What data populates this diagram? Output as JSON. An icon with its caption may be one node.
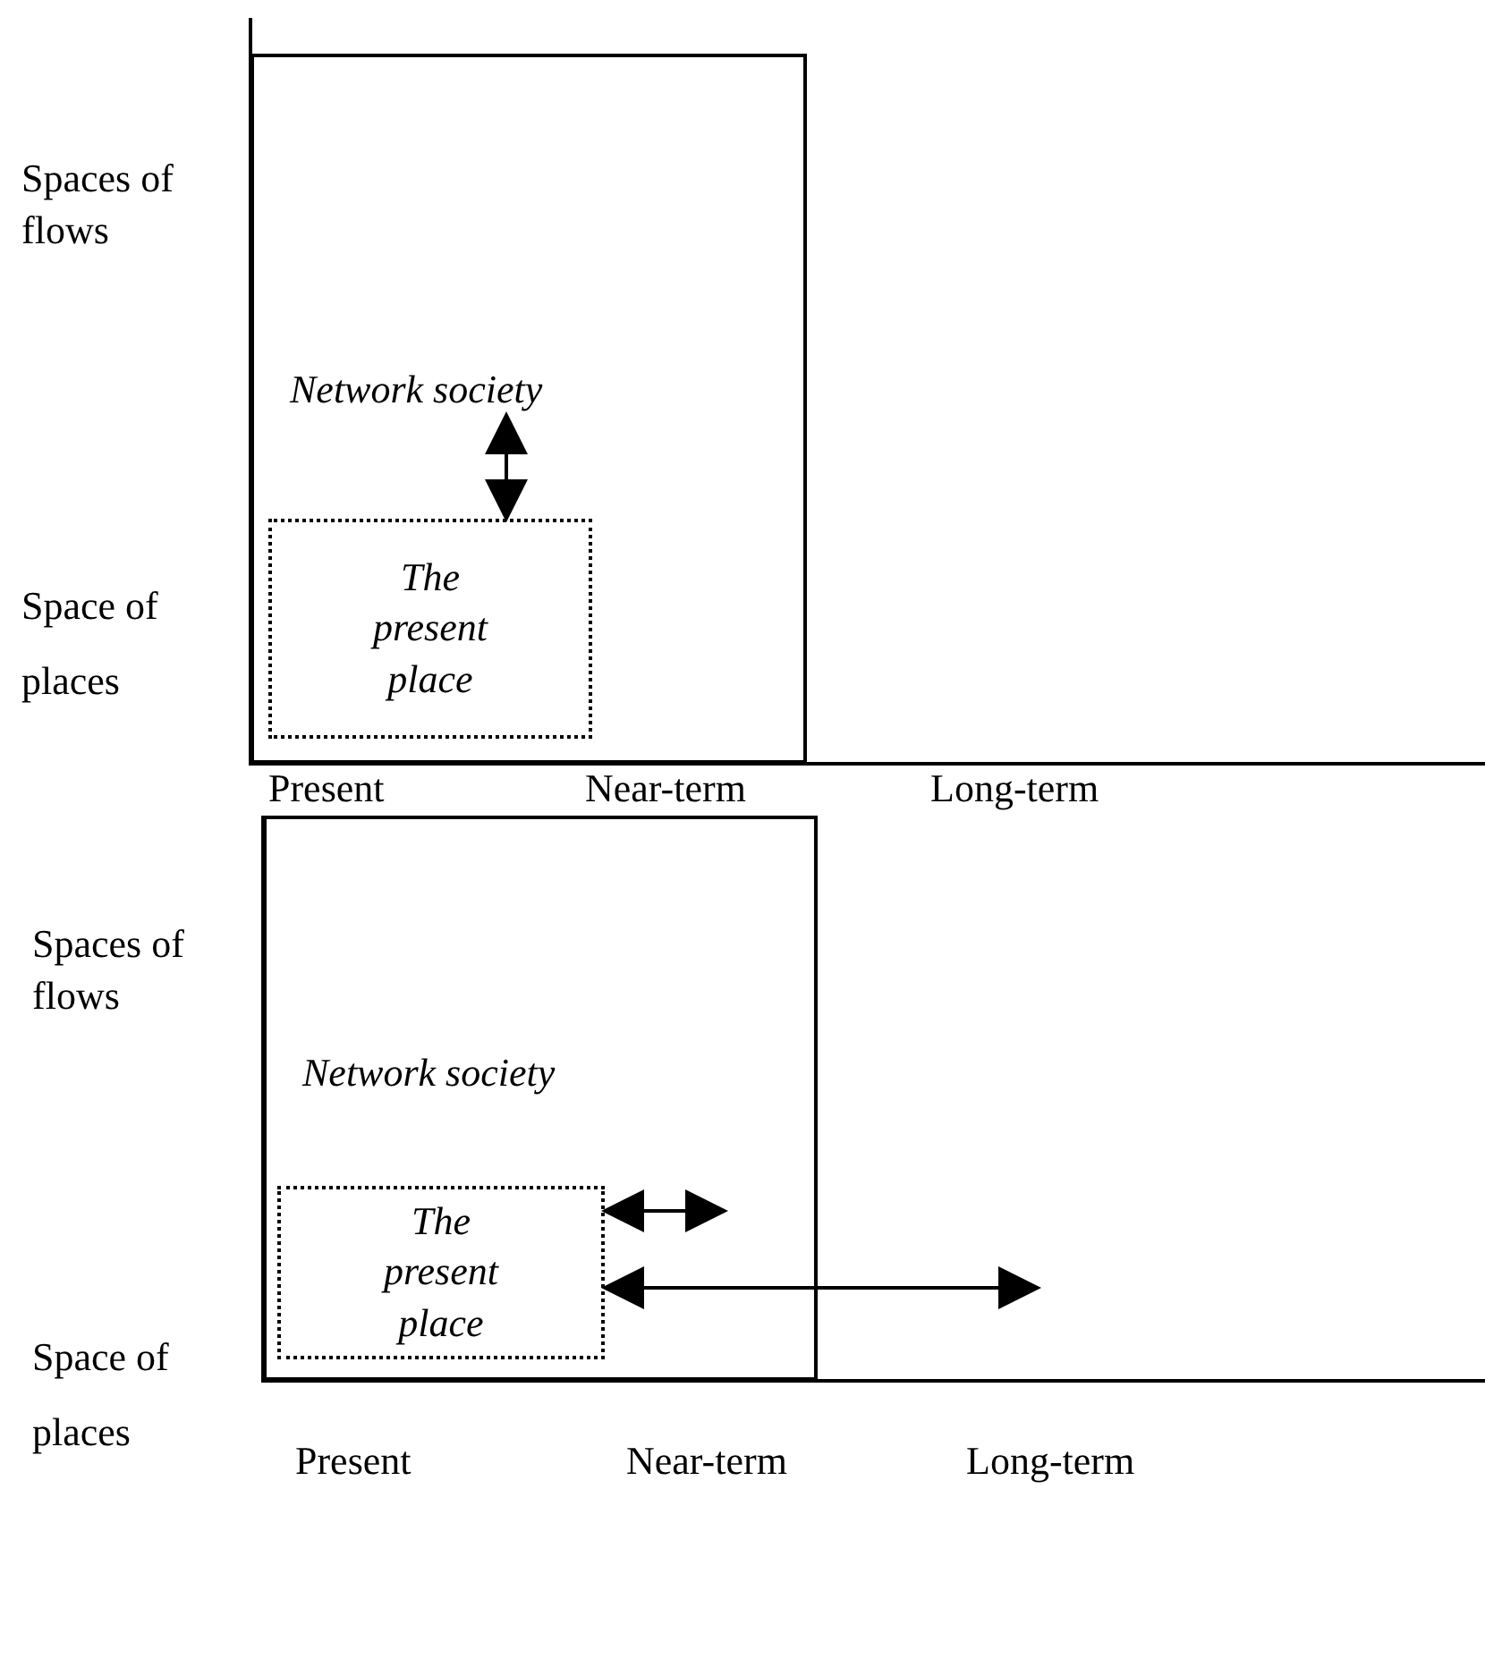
{
  "diagram": {
    "nodes": [
      {
        "text": [
          "Network society"
        ]
      },
      {
        "text": [
          "The present place"
        ],
        "in": 0
      },
      {
        "text": [
          "Network society"
        ]
      },
      {
        "text": [
          "The present place"
        ],
        "in": 2
      }
    ],
    "edges": [
      {
        "from": 1,
        "to": null,
        "arrow": "both"
      },
      {
        "from": 3,
        "to": null,
        "arrow": "both"
      },
      {
        "from": 3,
        "to": null,
        "arrow": "both"
      }
    ],
    "labels": [
      "Spaces of flows",
      "Space of places",
      "Present",
      "Near-term",
      "Long-term",
      "Spaces of flows",
      "Space of places",
      "Present",
      "Near-term",
      "Long-term"
    ]
  }
}
